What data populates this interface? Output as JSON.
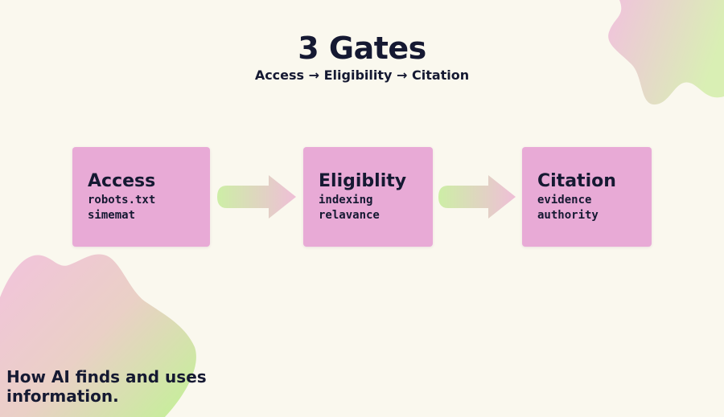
{
  "title": "3 Gates",
  "subtitle": "Access → Eligibility → Citation",
  "gates": [
    {
      "name": "Access",
      "items": [
        "robots.txt",
        "simemat"
      ]
    },
    {
      "name": "Eligiblity",
      "items": [
        "indexing",
        "relavance"
      ]
    },
    {
      "name": "Citation",
      "items": [
        "evidence",
        "authority"
      ]
    }
  ],
  "footer": {
    "line1": "How AI finds and uses",
    "line2": "information."
  },
  "colors": {
    "background": "#faf8ee",
    "box": "#e8aad6",
    "text": "#151932",
    "arrow_start": "#cdeea6",
    "arrow_end": "#efbfd7"
  }
}
